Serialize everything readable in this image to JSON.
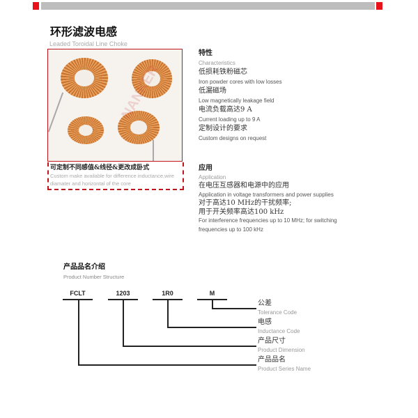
{
  "header": {
    "accent": "#e8121b",
    "bar_color": "#bdbdbd"
  },
  "title": {
    "cn": "环形滤波电感",
    "en": "Leaded Toroidal Line Choke"
  },
  "image": {
    "watermark": "NANKER",
    "caption_cn": "可定制不同感值&线径&更改成卧式",
    "caption_en": "Custom make available for difference inductance,wire diamater and horizontal of the core"
  },
  "characteristics": {
    "title_cn": "特性",
    "title_en": "Characteristics",
    "items": [
      {
        "cn": "低损耗铁粉磁芯",
        "en": "Iron powder cores with low losses"
      },
      {
        "cn": "低漏磁场",
        "en": "Low magnetically leakage field"
      },
      {
        "cn": "电流负载高达9 A",
        "en": "Current loading up to 9 A"
      },
      {
        "cn": "定制设计的要求",
        "en": "Custom designs on request"
      }
    ]
  },
  "application": {
    "title_cn": "应用",
    "title_en": "Application",
    "items": [
      {
        "cn": "在电压互感器和电源中的应用",
        "en": "Application in voltage transformers and power supplies"
      },
      {
        "cn": "对于高达10 MHz的干扰频率;\n用于开关频率高达100 kHz",
        "en": "For interference frequencies up to 10 MHz; for switching frequencies up to 100 kHz"
      }
    ]
  },
  "structure": {
    "title_cn": "产品品名介绍",
    "title_en": "Product Number Structure",
    "codes": [
      "FCLT",
      "1203",
      "1R0",
      "M"
    ],
    "labels": [
      {
        "cn": "公差",
        "en": "Tolerance Code"
      },
      {
        "cn": "电感",
        "en": "Inductance Code"
      },
      {
        "cn": "产品尺寸",
        "en": "Product Dimension"
      },
      {
        "cn": "产品品名",
        "en": "Product Series Name"
      }
    ]
  }
}
